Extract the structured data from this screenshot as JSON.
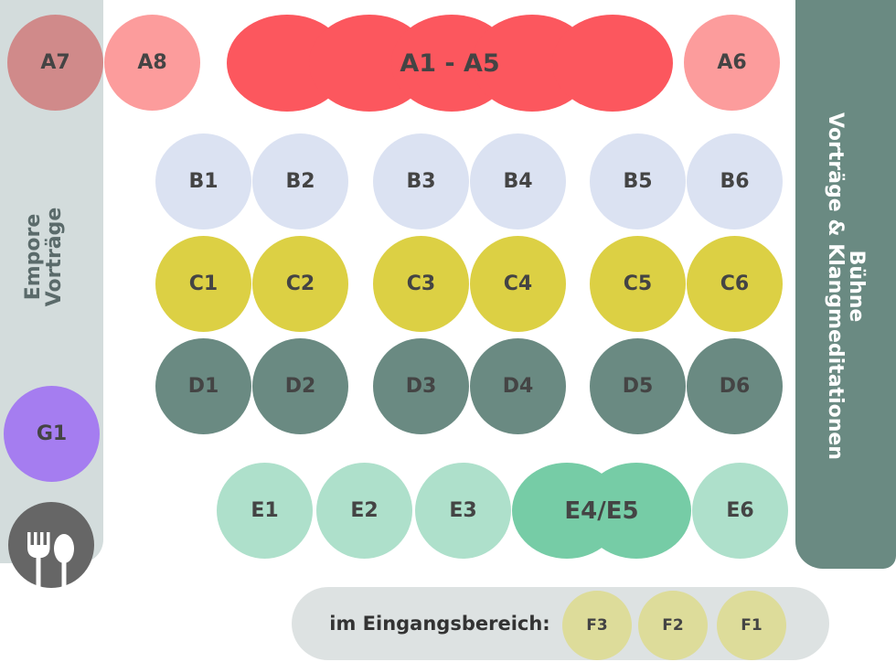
{
  "colors": {
    "empore_bg": "#d3dcdc",
    "stage": "#6a8a82",
    "a_row": "#fc575e",
    "a_light": "#fc9c9c",
    "a7": "#d08a8a",
    "b_row": "#dbe2f2",
    "c_row": "#dcd044",
    "d_row": "#6a8a82",
    "e_row": "#aee0cb",
    "e_dark": "#76cca6",
    "g1": "#a57df0",
    "f_row": "#dddc9a",
    "entrance_bg": "#dde2e2",
    "food": "#666666"
  },
  "empore": {
    "line1": "Empore",
    "line2": "Vorträge"
  },
  "stage": {
    "line1": "Bühne",
    "line2": "Vorträge & Klangmeditationen"
  },
  "seats": {
    "a7": "A7",
    "a8": "A8",
    "a1_a5": "A1 - A5",
    "a6": "A6",
    "b": [
      "B1",
      "B2",
      "B3",
      "B4",
      "B5",
      "B6"
    ],
    "c": [
      "C1",
      "C2",
      "C3",
      "C4",
      "C5",
      "C6"
    ],
    "d": [
      "D1",
      "D2",
      "D3",
      "D4",
      "D5",
      "D6"
    ],
    "e1": "E1",
    "e2": "E2",
    "e3": "E3",
    "e4_e5": "E4/E5",
    "e6": "E6",
    "g1": "G1",
    "f": [
      "F3",
      "F2",
      "F1"
    ]
  },
  "entrance": {
    "label": "im Eingangsbereich:"
  },
  "icons": {
    "food": "fork-spoon-icon"
  }
}
